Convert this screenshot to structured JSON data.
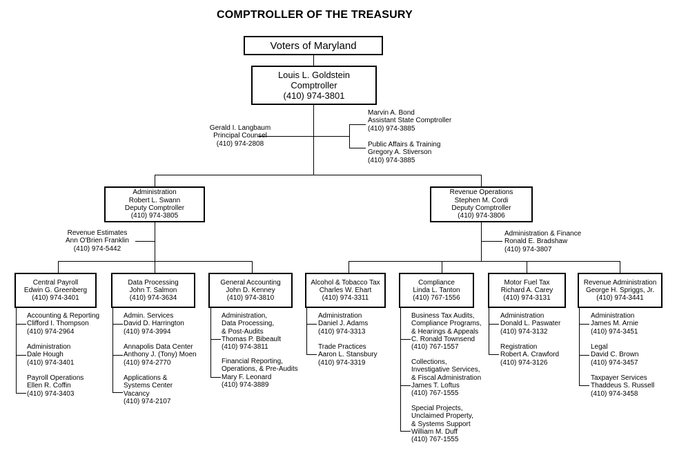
{
  "title": "COMPTROLLER OF THE TREASURY",
  "voters": "Voters of Maryland",
  "comptroller": [
    "Louis L. Goldstein",
    "Comptroller",
    "(410) 974-3801"
  ],
  "counsel": [
    "Gerald I. Langbaum",
    "Principal Counsel",
    "(410) 974-2808"
  ],
  "assistant": [
    "Marvin A. Bond",
    "Assistant State Comptroller",
    "(410) 974-3885"
  ],
  "public_affairs": [
    "Public Affairs & Training",
    "Gregory A. Stiverson",
    "(410) 974-3885"
  ],
  "administration": [
    "Administration",
    "Robert L. Swann",
    "Deputy Comptroller",
    "(410) 974-3805"
  ],
  "revenue_operations": [
    "Revenue Operations",
    "Stephen M. Cordi",
    "Deputy Comptroller",
    "(410) 974-3806"
  ],
  "revenue_estimates": [
    "Revenue Estimates",
    "Ann O'Brien Franklin",
    "(410) 974-5442"
  ],
  "admin_finance": [
    "Administration & Finance",
    "Ronald E. Bradshaw",
    "(410) 974-3807"
  ],
  "divisions": [
    {
      "box": [
        "Central Payroll",
        "Edwin G. Greenberg",
        "(410) 974-3401"
      ],
      "subs": [
        [
          "Accounting & Reporting",
          "Clifford I. Thompson",
          "(410) 974-2964"
        ],
        [
          "Administration",
          "Dale Hough",
          "(410) 974-3401"
        ],
        [
          "Payroll Operations",
          "Ellen R. Coffin",
          "(410) 974-3403"
        ]
      ]
    },
    {
      "box": [
        "Data Processing",
        "John T. Salmon",
        "(410) 974-3634"
      ],
      "subs": [
        [
          "Admin. Services",
          "David D. Harrington",
          "(410) 974-3994"
        ],
        [
          "Annapolis Data Center",
          "Anthony J. (Tony) Moen",
          "(410) 974-2770"
        ],
        [
          "Applications &",
          "Systems Center",
          "Vacancy",
          "(410) 974-2107"
        ]
      ]
    },
    {
      "box": [
        "General Accounting",
        "John D. Kenney",
        "(410) 974-3810"
      ],
      "subs": [
        [
          "Administration,",
          "Data Processing,",
          "& Post-Audits",
          "Thomas P. Bibeault",
          "(410) 974-3811"
        ],
        [
          "Financial Reporting,",
          "Operations, & Pre-Audits",
          "Mary F. Leonard",
          "(410) 974-3889"
        ]
      ]
    },
    {
      "box": [
        "Alcohol & Tobacco Tax",
        "Charles W. Ehart",
        "(410) 974-3311"
      ],
      "subs": [
        [
          "Administration",
          "Daniel J. Adams",
          "(410) 974-3313"
        ],
        [
          "Trade Practices",
          "Aaron L. Stansbury",
          "(410) 974-3319"
        ]
      ]
    },
    {
      "box": [
        "Compliance",
        "Linda L. Tanton",
        "(410) 767-1556"
      ],
      "subs": [
        [
          "Business Tax Audits,",
          "Compliance Programs,",
          "& Hearings & Appeals",
          "C. Ronald Townsend",
          "(410) 767-1557"
        ],
        [
          "Collections,",
          "Investigative Services,",
          "& Fiscal Administration",
          "James T. Loftus",
          "(410) 767-1555"
        ],
        [
          "Special Projects,",
          "Unclaimed Property,",
          "& Systems Support",
          "William M. Duff",
          "(410) 767-1555"
        ]
      ]
    },
    {
      "box": [
        "Motor Fuel Tax",
        "Richard A. Carey",
        "(410) 974-3131"
      ],
      "subs": [
        [
          "Administration",
          "Donald L. Paswater",
          "(410) 974-3132"
        ],
        [
          "Registration",
          "Robert A. Crawford",
          "(410) 974-3126"
        ]
      ]
    },
    {
      "box": [
        "Revenue Administration",
        "George H. Spriggs, Jr.",
        "(410) 974-3441"
      ],
      "subs": [
        [
          "Administration",
          "James M. Arnie",
          "(410) 974-3451"
        ],
        [
          "Legal",
          "David C. Brown",
          "(410) 974-3457"
        ],
        [
          "Taxpayer Services",
          "Thaddeus S. Russell",
          "(410) 974-3458"
        ]
      ]
    }
  ]
}
